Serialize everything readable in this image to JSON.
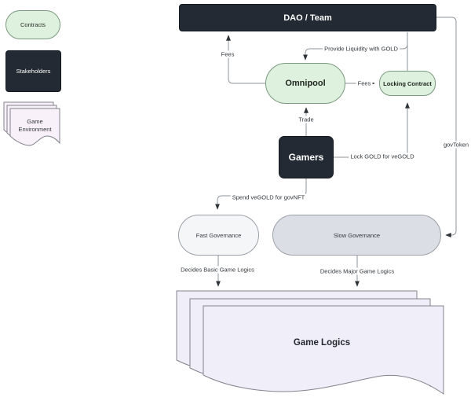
{
  "legend": {
    "contracts_label": "Contracts",
    "stakeholders_label": "Stakeholders",
    "game_environment_label": "Game Environment"
  },
  "nodes": {
    "dao_team": "DAO / Team",
    "omnipool": "Omnipool",
    "locking_contract": "Locking Contract",
    "gamers": "Gamers",
    "fast_governance": "Fast Governance",
    "slow_governance": "Slow Governance",
    "game_logics": "Game Logics"
  },
  "edge_labels": {
    "fees_omnipool_dao": "Fees",
    "provide_liquidity": "Provide Liquidity with GOLD",
    "fees_omnipool_locking": "Fees",
    "trade": "Trade",
    "lock_gold": "Lock GOLD for veGOLD",
    "gov_token": "govToken",
    "spend_vegold": "Spend veGOLD for govNFT",
    "decides_basic": "Decides Basic Game Logics",
    "decides_major": "Decides Major Game Logics"
  },
  "colors": {
    "contract_fill": "#def1de",
    "contract_border": "#7a997e",
    "stakeholder_fill": "#232a33",
    "env_fill": "#f9f1f9",
    "doc_fill": "#f0eef9",
    "doc_border": "#83838d",
    "fast_gov_fill": "#f5f6f8",
    "slow_gov_fill": "#dbdfe5",
    "gov_border": "#9aa0a6",
    "edge_line": "#8f949a",
    "arrow_head": "#2e3338",
    "label_text": "#33383d"
  }
}
